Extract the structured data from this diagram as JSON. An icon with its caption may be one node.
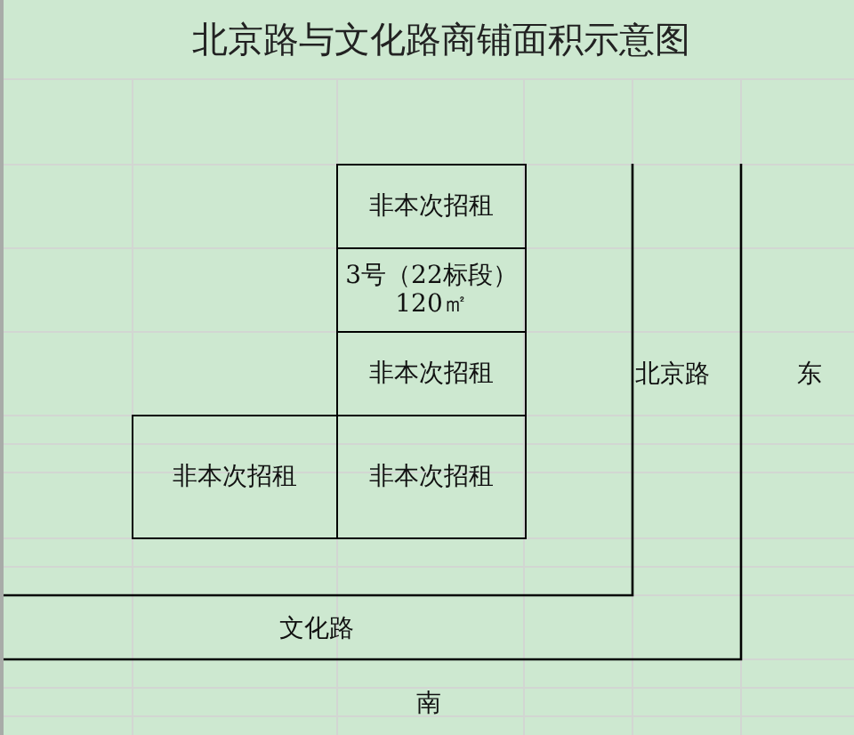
{
  "diagram": {
    "title": "北京路与文化路商铺面积示意图",
    "nodes": [
      {
        "text": [
          "非本次招租"
        ]
      },
      {
        "text": [
          "3号（22标段） 120㎡"
        ]
      },
      {
        "text": [
          "非本次招租"
        ]
      },
      {
        "text": [
          "非本次招租"
        ]
      },
      {
        "text": [
          "非本次招租"
        ]
      }
    ],
    "edges": [],
    "labels": [
      "北京路",
      "东",
      "文化路",
      "南"
    ]
  }
}
